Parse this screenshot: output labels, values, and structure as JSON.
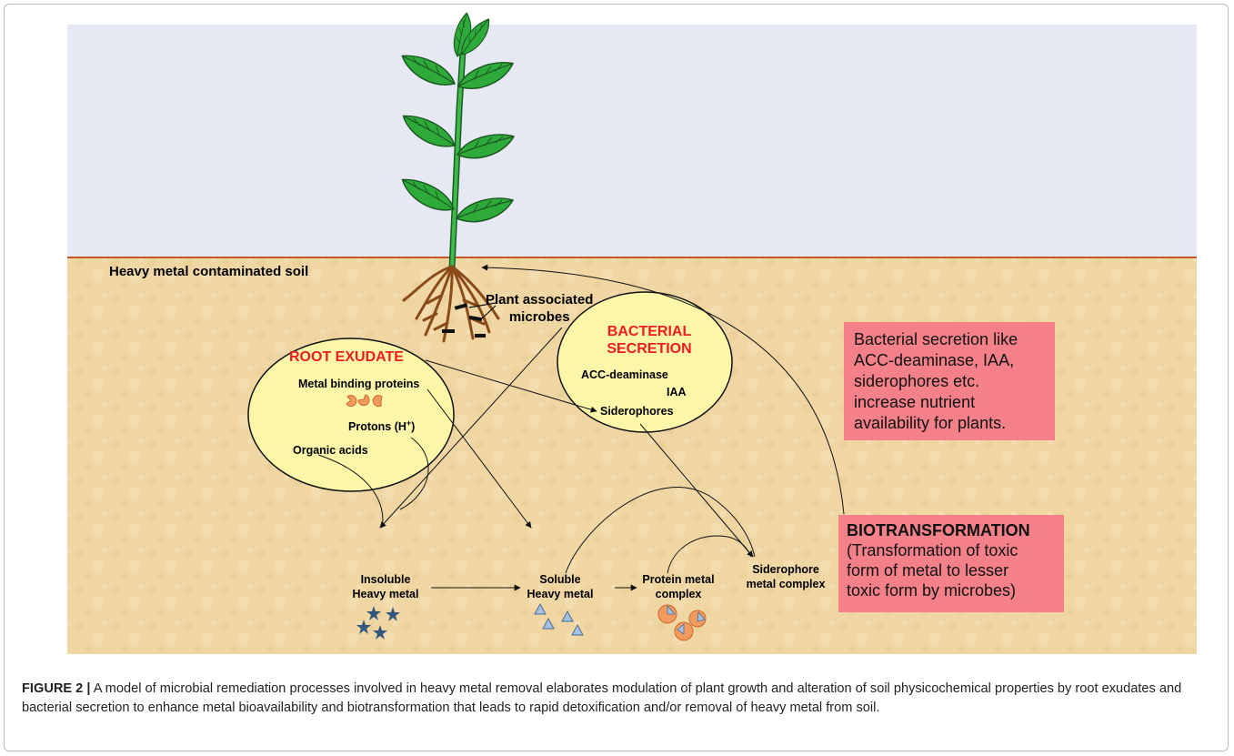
{
  "diagram": {
    "soil_label": "Heavy metal contaminated soil",
    "plant_microbes_label": [
      "Plant associated",
      "microbes"
    ],
    "root_exudate": {
      "title": "ROOT EXUDATE",
      "items": [
        "Metal binding proteins",
        "Protons (H+)",
        "Organic acids"
      ]
    },
    "bacterial_secretion": {
      "title": [
        "BACTERIAL",
        "SECRETION"
      ],
      "items": [
        "ACC-deaminase",
        "IAA",
        "Siderophores"
      ]
    },
    "metals": {
      "insoluble": [
        "Insoluble",
        "Heavy metal"
      ],
      "soluble": [
        "Soluble",
        "Heavy metal"
      ],
      "protein_complex": [
        "Protein metal",
        "complex"
      ],
      "siderophore_complex": [
        "Siderophore",
        "metal complex"
      ]
    },
    "note_box": [
      "Bacterial secretion like",
      "ACC-deaminase, IAA,",
      "siderophores etc.",
      "increase nutrient",
      "availability for plants."
    ],
    "biotransformation": {
      "title": "BIOTRANSFORMATION",
      "text": [
        "(Transformation of toxic",
        "form of metal to lesser",
        "toxic form by microbes)"
      ]
    },
    "colors": {
      "sky": "#e6e8f4",
      "soil": "#f0d8a6",
      "ellipse": "#fbf6a8",
      "box": "#f4818a",
      "leaf": "#2eaa3a",
      "title_red": "#ee1c23"
    }
  },
  "caption": {
    "label": "FIGURE 2 |",
    "text": "A model of microbial remediation processes involved in heavy metal removal elaborates modulation of plant growth and alteration of soil physicochemical properties by root exudates and bacterial secretion to enhance metal bioavailability and biotransformation that leads to rapid detoxification and/or removal of heavy metal from soil."
  }
}
